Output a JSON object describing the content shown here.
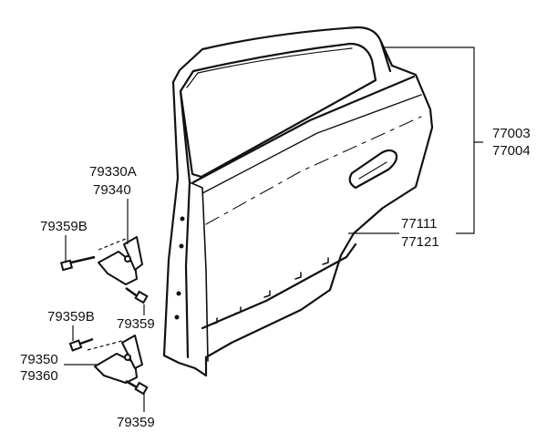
{
  "door_assembly": {
    "part_no_lh": "77003",
    "part_no_rh": "77004"
  },
  "door_panel": {
    "part_no_lh": "77111",
    "part_no_rh": "77121"
  },
  "upper_hinge": {
    "part_no_lh": "79330A",
    "part_no_rh": "79340",
    "bolt_to_body": "79359B",
    "bolt_to_door": "79359"
  },
  "lower_hinge": {
    "part_no_lh": "79350",
    "part_no_rh": "79360",
    "bolt_to_body": "79359B",
    "bolt_to_door": "79359"
  }
}
